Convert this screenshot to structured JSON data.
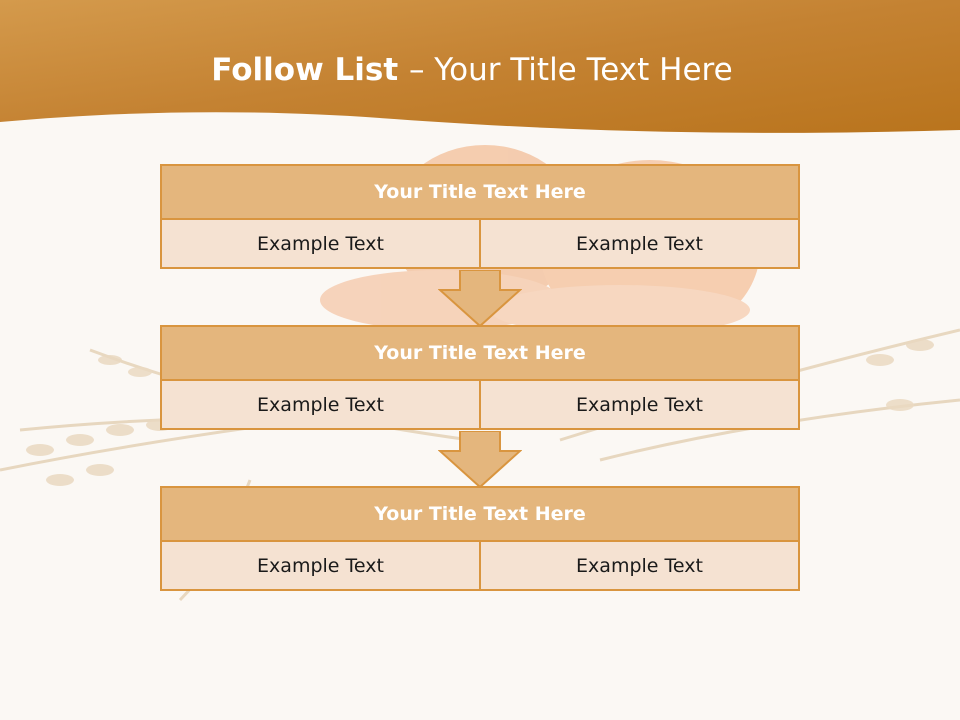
{
  "slide": {
    "title_strong": "Follow List ",
    "title_rest": " – Your Title Text Here"
  },
  "blocks": [
    {
      "title": "Your Title Text Here",
      "left": "Example Text",
      "right": "Example Text"
    },
    {
      "title": "Your Title Text Here",
      "left": "Example Text",
      "right": "Example Text"
    },
    {
      "title": "Your Title Text Here",
      "left": "Example Text",
      "right": "Example Text"
    }
  ],
  "colors": {
    "header_band": "#c8812c",
    "block_title_fill": "#e4b67d",
    "cell_fill": "#f5e2d2",
    "border": "#d9953f"
  }
}
